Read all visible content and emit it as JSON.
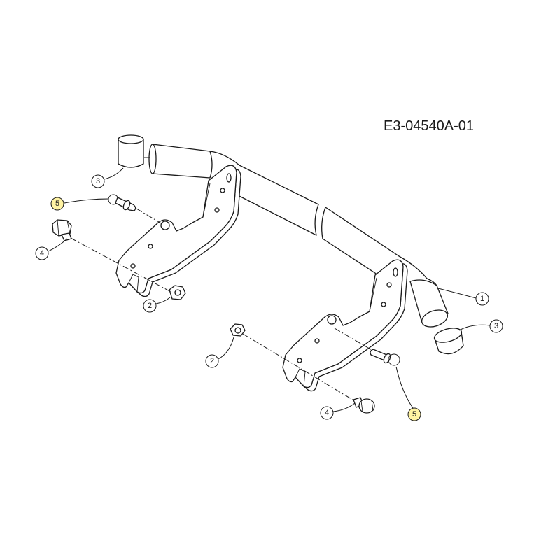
{
  "drawing": {
    "id": "E3-04540A-01"
  },
  "callouts": [
    {
      "label": "3",
      "highlight": false
    },
    {
      "label": "5",
      "highlight": true
    },
    {
      "label": "4",
      "highlight": false
    },
    {
      "label": "2",
      "highlight": false
    },
    {
      "label": "1",
      "highlight": false
    },
    {
      "label": "3",
      "highlight": false
    },
    {
      "label": "2",
      "highlight": false
    },
    {
      "label": "4",
      "highlight": false
    },
    {
      "label": "5",
      "highlight": true
    }
  ],
  "colors": {
    "line": "#1a1a1a",
    "highlight": "#fff3a3",
    "background": "#ffffff"
  }
}
